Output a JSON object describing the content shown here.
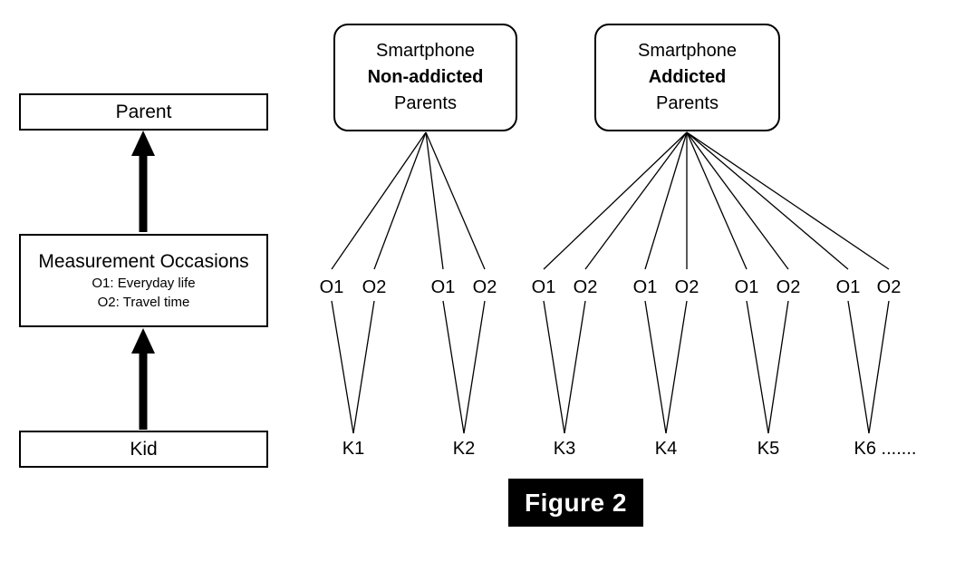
{
  "figure": {
    "caption": "Figure 2",
    "caption_bg": "#000000",
    "caption_fg": "#ffffff"
  },
  "left_panel": {
    "boxes": [
      {
        "name": "parent",
        "title": "Parent",
        "sub": []
      },
      {
        "name": "measurement-occasions",
        "title": "Measurement Occasions",
        "sub": [
          "O1: Everyday life",
          "O2: Travel time"
        ]
      },
      {
        "name": "kid",
        "title": "Kid",
        "sub": []
      }
    ],
    "arrows": [
      {
        "name": "arrow-measure-to-parent",
        "direction": "up"
      },
      {
        "name": "arrow-kid-to-measure",
        "direction": "up"
      }
    ]
  },
  "right_panel": {
    "groups": [
      {
        "name": "smartphone-non-addicted-parents",
        "line1": "Smartphone",
        "line2": "Non-addicted",
        "line3": "Parents",
        "bold_line": 2,
        "kid_count": 2
      },
      {
        "name": "smartphone-addicted-parents",
        "line1": "Smartphone",
        "line2": "Addicted",
        "line3": "Parents",
        "bold_line": 2,
        "kid_count": 4
      }
    ],
    "occasion_labels": [
      "O1",
      "O2",
      "O1",
      "O2",
      "O1",
      "O2",
      "O1",
      "O2",
      "O1",
      "O2",
      "O1",
      "O2"
    ],
    "kid_labels": [
      "K1",
      "K2",
      "K3",
      "K4",
      "K5",
      "K6 ......."
    ]
  },
  "colors": {
    "stroke": "#000000",
    "fill": "#ffffff",
    "thick_arrow": "#000000"
  }
}
